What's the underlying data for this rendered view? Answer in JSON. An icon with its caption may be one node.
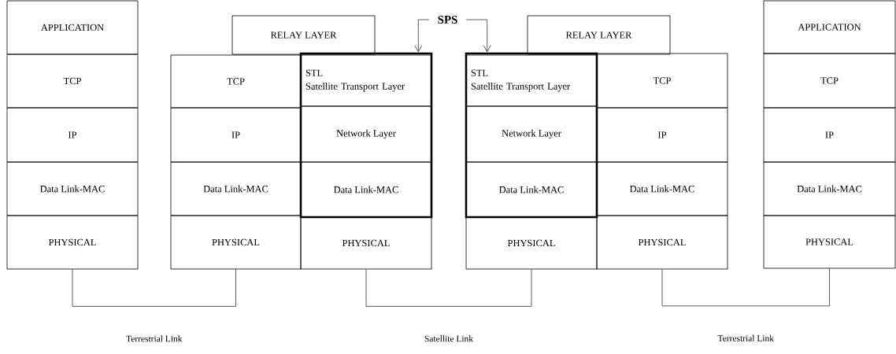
{
  "diagram": {
    "nodes": [
      {
        "text": [
          "APPLICATION"
        ]
      },
      {
        "text": [
          "TCP"
        ]
      },
      {
        "text": [
          "IP"
        ]
      },
      {
        "text": [
          "Data Link-MAC"
        ]
      },
      {
        "text": [
          "PHYSICAL"
        ]
      },
      {
        "text": [
          "RELAY LAYER"
        ]
      },
      {
        "text": [
          "TCP"
        ]
      },
      {
        "text": [
          "IP"
        ]
      },
      {
        "text": [
          "Data Link-MAC"
        ]
      },
      {
        "text": [
          "PHYSICAL"
        ]
      },
      {
        "text": [],
        "shape": "box"
      },
      {
        "text": [
          "STL",
          "Satellite Transport Layer"
        ],
        "in": 10
      },
      {
        "text": [
          "Network Layer"
        ],
        "in": 10
      },
      {
        "text": [
          "Data Link-MAC"
        ],
        "in": 10
      },
      {
        "text": [
          "PHYSICAL"
        ]
      },
      {
        "text": [
          "SPS"
        ]
      },
      {
        "text": [
          "RELAY LAYER"
        ]
      },
      {
        "text": [],
        "shape": "box"
      },
      {
        "text": [
          "STL",
          "Satellite Transport Layer"
        ],
        "in": 17
      },
      {
        "text": [
          "Network Layer"
        ],
        "in": 17
      },
      {
        "text": [
          "Data Link-MAC"
        ],
        "in": 17
      },
      {
        "text": [
          "PHYSICAL"
        ]
      },
      {
        "text": [
          "TCP"
        ]
      },
      {
        "text": [
          "IP"
        ]
      },
      {
        "text": [
          "Data Link-MAC"
        ]
      },
      {
        "text": [
          "PHYSICAL"
        ]
      },
      {
        "text": [
          "APPLICATION"
        ]
      },
      {
        "text": [
          "TCP"
        ]
      },
      {
        "text": [
          "IP"
        ]
      },
      {
        "text": [
          "Data Link-MAC"
        ]
      },
      {
        "text": [
          "PHYSICAL"
        ]
      }
    ],
    "edges": [
      {
        "from": 15,
        "to": 10,
        "arrow": "to"
      },
      {
        "from": 15,
        "to": 17,
        "arrow": "to"
      },
      {
        "from": 4,
        "to": 9,
        "arrow": "none",
        "label": "Terrestrial Link"
      },
      {
        "from": 14,
        "to": 21,
        "arrow": "none",
        "label": "Satellite Link"
      },
      {
        "from": 25,
        "to": 30,
        "arrow": "none",
        "label": "Terrestrial Link"
      }
    ]
  }
}
